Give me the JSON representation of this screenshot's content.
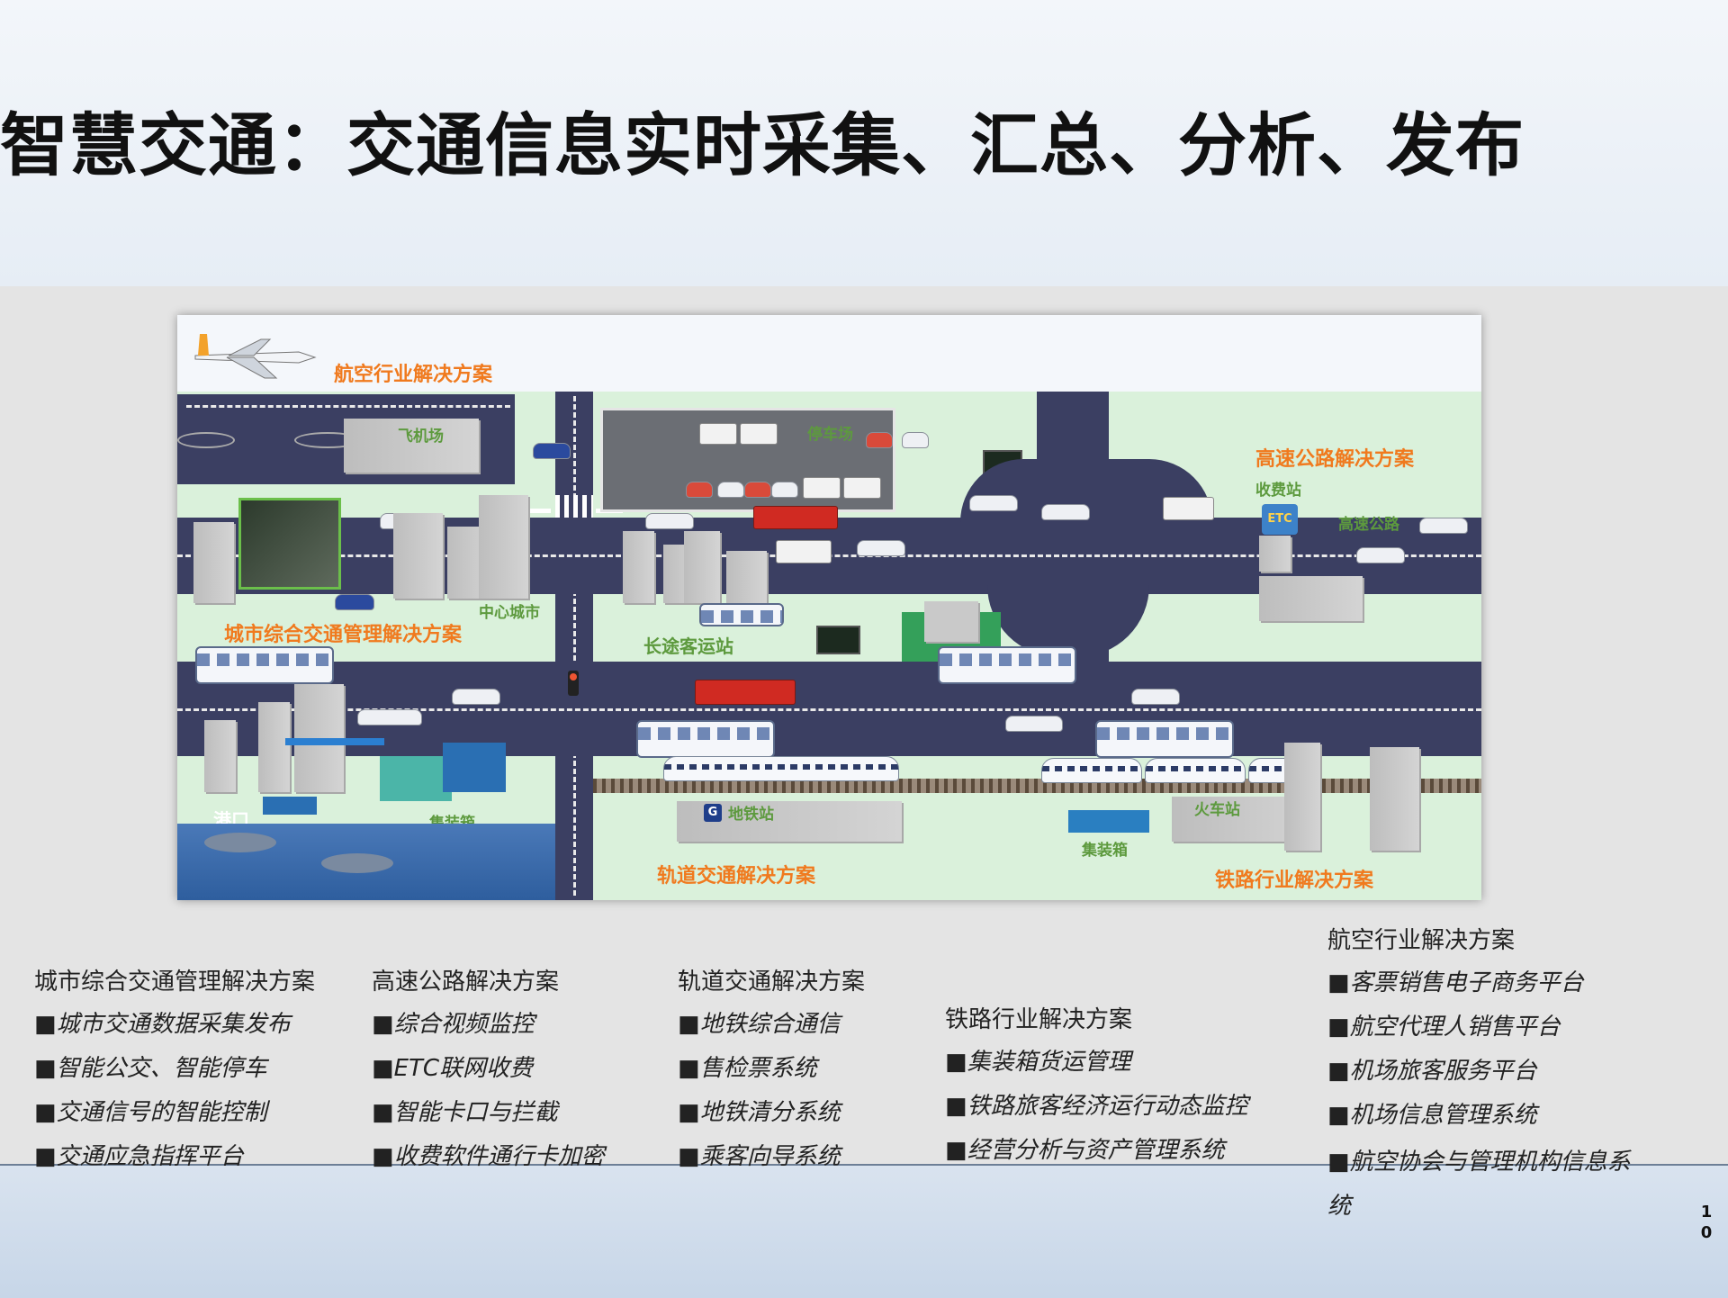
{
  "title": "智慧交通：交通信息实时采集、汇总、分析、发布",
  "page_number": "10",
  "illustration": {
    "labels": {
      "aviation": "航空行业解决方案",
      "airport": "飞机场",
      "parking": "停车场",
      "highway_solution": "高速公路解决方案",
      "toll_station": "收费站",
      "highway": "高速公路",
      "etc": "ETC",
      "city_center": "中心城市",
      "city_solution": "城市综合交通管理解决方案",
      "coach_station": "长途客运站",
      "port": "港口",
      "container_left": "集装箱",
      "metro_station": "地铁站",
      "rail_solution": "轨道交通解决方案",
      "train_station": "火车站",
      "container_right": "集装箱",
      "railway_solution": "铁路行业解决方案"
    }
  },
  "columns": [
    {
      "heading": "城市综合交通管理解决方案",
      "items": [
        "城市交通数据采集发布",
        "智能公交、智能停车",
        "交通信号的智能控制",
        "交通应急指挥平台"
      ]
    },
    {
      "heading": "高速公路解决方案",
      "items": [
        "综合视频监控",
        "ETC联网收费",
        "智能卡口与拦截",
        "收费软件通行卡加密"
      ]
    },
    {
      "heading": "轨道交通解决方案",
      "items": [
        "地铁综合通信",
        "售检票系统",
        "地铁清分系统",
        "乘客向导系统"
      ]
    },
    {
      "heading": "铁路行业解决方案",
      "items": [
        "集装箱货运管理",
        "铁路旅客经济运行动态监控",
        "经营分析与资产管理系统"
      ]
    },
    {
      "heading": "航空行业解决方案",
      "items": [
        "客票销售电子商务平台",
        "航空代理人销售平台",
        "机场旅客服务平台",
        "机场信息管理系统",
        "航空协会与管理机构信息系统"
      ]
    }
  ]
}
